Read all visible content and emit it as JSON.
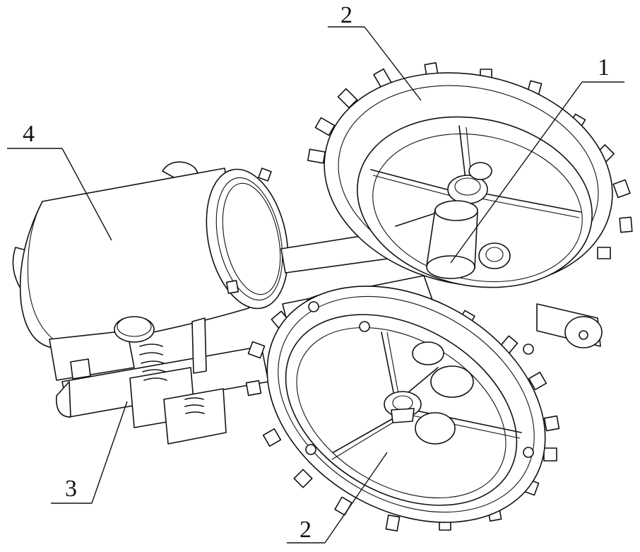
{
  "figure": {
    "labels": {
      "part_1": "1",
      "part_2_top": "2",
      "part_2_bottom": "2",
      "part_3": "3",
      "part_4": "4"
    },
    "line_color": "#111111",
    "background_color": "#ffffff"
  }
}
